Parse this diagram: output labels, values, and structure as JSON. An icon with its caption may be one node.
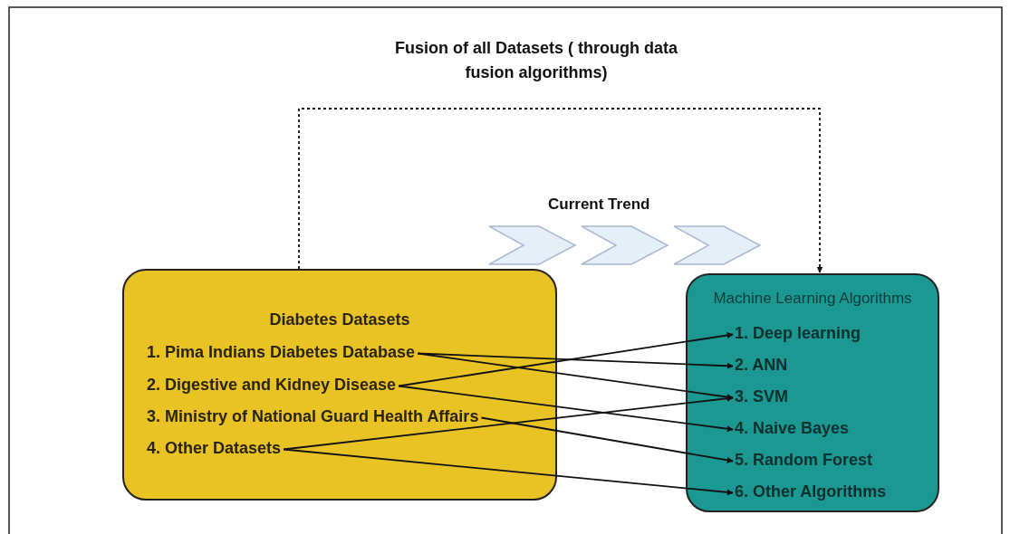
{
  "diagram": {
    "nodes": [
      {
        "text": [
          "Diabetes Datasets"
        ]
      },
      {
        "text": [
          "1. Pima Indians Diabetes Database"
        ],
        "in": 0
      },
      {
        "text": [
          "2. Digestive and Kidney Disease"
        ],
        "in": 0
      },
      {
        "text": [
          "3. Ministry of National Guard Health Affairs"
        ],
        "in": 0
      },
      {
        "text": [
          "4. Other Datasets"
        ],
        "in": 0
      },
      {
        "text": [
          "Machine Learning Algorithms"
        ]
      },
      {
        "text": [
          "1. Deep learning"
        ],
        "in": 5
      },
      {
        "text": [
          "2. ANN"
        ],
        "in": 5
      },
      {
        "text": [
          "3. SVM"
        ],
        "in": 5
      },
      {
        "text": [
          "4. Naive Bayes"
        ],
        "in": 5
      },
      {
        "text": [
          "5. Random Forest"
        ],
        "in": 5
      },
      {
        "text": [
          "6. Other Algorithms"
        ],
        "in": 5
      }
    ],
    "edges": [
      {
        "from": 0,
        "to": 5,
        "arrow": "to",
        "style": "dashed",
        "label": "Fusion of all Datasets ( through data fusion algorithms)"
      },
      {
        "from": 1,
        "to": 7,
        "arrow": "to"
      },
      {
        "from": 1,
        "to": 8,
        "arrow": "to"
      },
      {
        "from": 2,
        "to": 6,
        "arrow": "to"
      },
      {
        "from": 2,
        "to": 9,
        "arrow": "to"
      },
      {
        "from": 3,
        "to": 10,
        "arrow": "to"
      },
      {
        "from": 4,
        "to": 8,
        "arrow": "to"
      },
      {
        "from": 4,
        "to": 11,
        "arrow": "to"
      }
    ],
    "labels": [
      "Current Trend"
    ]
  }
}
